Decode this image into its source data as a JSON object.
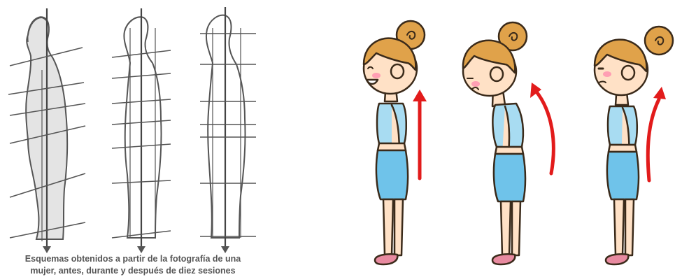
{
  "caption": {
    "line1": "Esquemas obtenidos a partir de la fotografía de una",
    "line2": "mujer, antes, durante y después de diez sesiones"
  },
  "sketch_panel": {
    "figures": [
      "posture-sketch-before",
      "posture-sketch-during",
      "posture-sketch-after"
    ],
    "line_color": "#555555",
    "shade_color": "#e4e4e4"
  },
  "cartoon_panel": {
    "figures": [
      "cartoon-girl-smiling",
      "cartoon-girl-slouched",
      "cartoon-girl-neutral"
    ],
    "hair_color": "#e0a24a",
    "skin_color": "#ffe1c6",
    "top_color": "#a8dcf2",
    "shorts_color": "#6fc3ea",
    "shoe_color": "#e88aa0",
    "arrow_color": "#e21b1b"
  }
}
